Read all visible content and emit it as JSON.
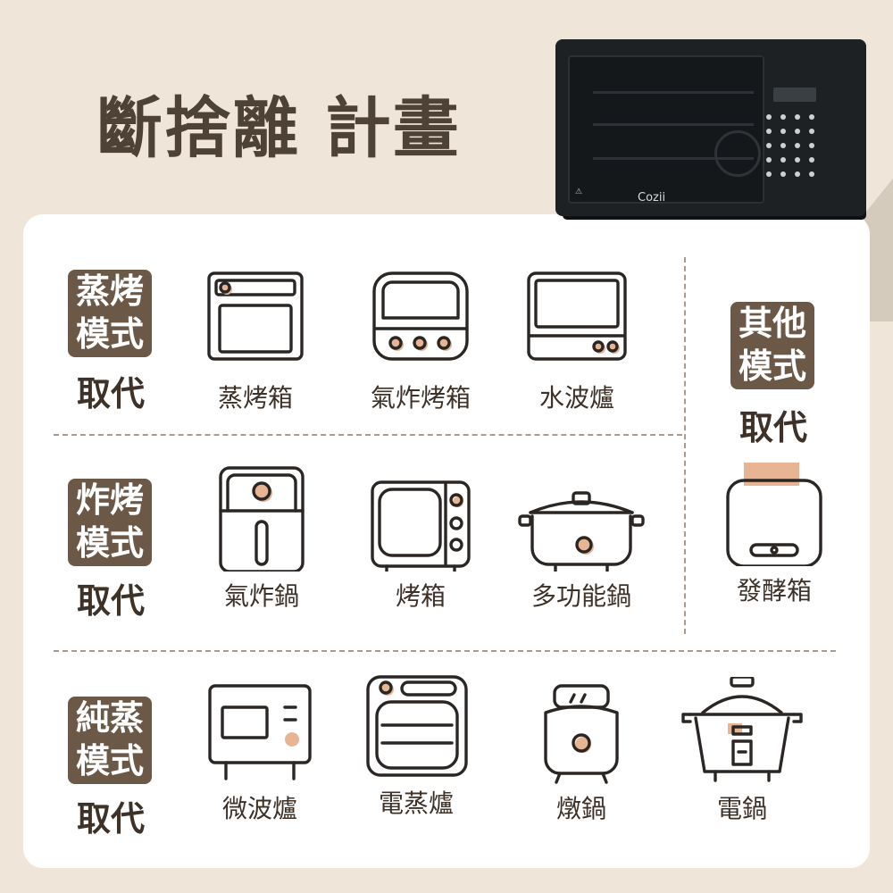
{
  "title": "斷捨離 計畫",
  "oven_brand": "Cozii",
  "colors": {
    "background": "#efe5d8",
    "badge": "#6b5847",
    "accent": "#e8b594",
    "text": "#3d3128"
  },
  "rows": [
    {
      "badge": [
        "蒸烤",
        "模式"
      ],
      "sub": "取代",
      "items": [
        {
          "label": "蒸烤箱",
          "icon": "steam-oven-icon"
        },
        {
          "label": "氣炸烤箱",
          "icon": "air-fryer-oven-icon"
        },
        {
          "label": "水波爐",
          "icon": "water-wave-oven-icon"
        }
      ]
    },
    {
      "badge": [
        "炸烤",
        "模式"
      ],
      "sub": "取代",
      "items": [
        {
          "label": "氣炸鍋",
          "icon": "air-fryer-icon"
        },
        {
          "label": "烤箱",
          "icon": "toaster-oven-icon"
        },
        {
          "label": "多功能鍋",
          "icon": "multi-cooker-icon"
        }
      ]
    },
    {
      "badge": [
        "純蒸",
        "模式"
      ],
      "sub": "取代",
      "items": [
        {
          "label": "微波爐",
          "icon": "microwave-icon"
        },
        {
          "label": "電蒸爐",
          "icon": "electric-steamer-icon"
        },
        {
          "label": "燉鍋",
          "icon": "stew-pot-icon"
        },
        {
          "label": "電鍋",
          "icon": "rice-cooker-icon"
        }
      ]
    }
  ],
  "other": {
    "badge": [
      "其他",
      "模式"
    ],
    "sub": "取代",
    "items": [
      {
        "label": "發酵箱",
        "icon": "proofing-box-icon"
      }
    ]
  }
}
